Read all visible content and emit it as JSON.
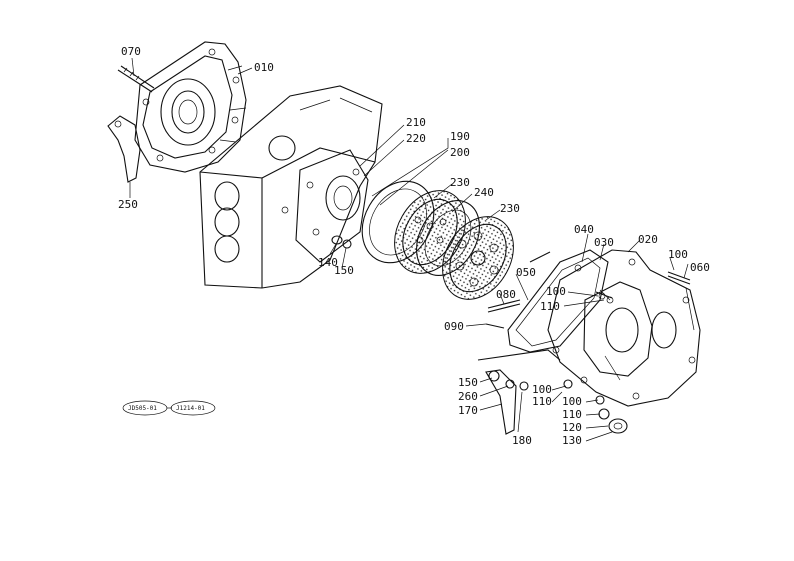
{
  "part_labels": {
    "p070": "070",
    "p010": "010",
    "p250": "250",
    "p210": "210",
    "p220": "220",
    "p190": "190",
    "p200": "200",
    "p230a": "230",
    "p240": "240",
    "p230b": "230",
    "p040": "040",
    "p030": "030",
    "p020": "020",
    "p100a": "100",
    "p060": "060",
    "p140": "140",
    "p150a": "150",
    "p050": "050",
    "p100b": "100",
    "p080": "080",
    "p110a": "110",
    "p090": "090",
    "p150b": "150",
    "p260": "260",
    "p170": "170",
    "p100c": "100",
    "p110b": "110",
    "p180": "180",
    "p100d": "100",
    "p110c": "110",
    "p120": "120",
    "p130": "130"
  },
  "references": {
    "ref1": "JD505-01",
    "ref2": "J1214-01"
  }
}
